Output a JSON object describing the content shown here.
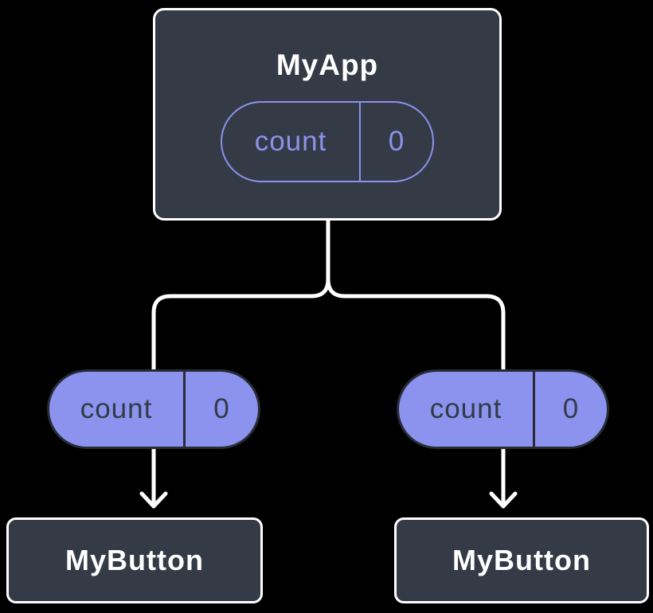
{
  "colors": {
    "background": "#000000",
    "box_fill": "#343a46",
    "box_border": "#ffffff",
    "accent_purple": "#8a93ec",
    "prop_pill_fill": "#8b93ee",
    "prop_pill_border": "#272c36",
    "prop_pill_text": "#333a45",
    "connector": "#ffffff",
    "title_text": "#ffffff"
  },
  "root": {
    "label": "MyApp",
    "state_pill": {
      "name": "count",
      "value": "0"
    }
  },
  "left_branch": {
    "prop_pill": {
      "name": "count",
      "value": "0"
    },
    "child": {
      "label": "MyButton"
    }
  },
  "right_branch": {
    "prop_pill": {
      "name": "count",
      "value": "0"
    },
    "child": {
      "label": "MyButton"
    }
  }
}
